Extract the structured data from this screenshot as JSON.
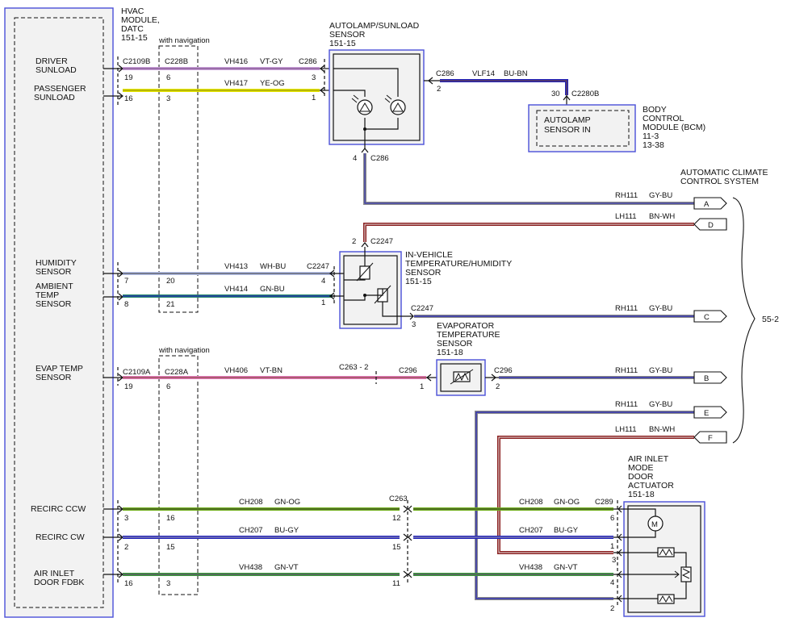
{
  "hvac": {
    "title": [
      "HVAC",
      "MODULE,",
      "DATC",
      "151-15"
    ],
    "inputs": {
      "driver": [
        "DRIVER",
        "SUNLOAD"
      ],
      "passenger": [
        "PASSENGER",
        "SUNLOAD"
      ],
      "humidity": [
        "HUMIDITY",
        "SENSOR"
      ],
      "ambient": [
        "AMBIENT",
        "TEMP",
        "SENSOR"
      ],
      "evap": [
        "EVAP TEMP",
        "SENSOR"
      ],
      "recirc_ccw": "RECIRC CCW",
      "recirc_cw": "RECIRC CW",
      "air_inlet": [
        "AIR INLET",
        "DOOR FDBK"
      ]
    }
  },
  "nav_label": "with navigation",
  "connectors": {
    "c2109b": "C2109B",
    "c228b": "C228B",
    "c286": "C286",
    "c2109a": "C2109A",
    "c228a": "C228A",
    "c2247": "C2247",
    "c263": "C263",
    "c263_2": "C263 - 2",
    "c296": "C296",
    "c289": "C289",
    "c2280b": "C2280B"
  },
  "wires": {
    "vh416": [
      "VH416",
      "VT-GY"
    ],
    "vh417": [
      "VH417",
      "YE-OG"
    ],
    "vlf14": [
      "VLF14",
      "BU-BN"
    ],
    "vh413": [
      "VH413",
      "WH-BU"
    ],
    "vh414": [
      "VH414",
      "GN-BU"
    ],
    "vh406": [
      "VH406",
      "VT-BN"
    ],
    "ch208": [
      "CH208",
      "GN-OG"
    ],
    "ch207": [
      "CH207",
      "BU-GY"
    ],
    "vh438": [
      "VH438",
      "GN-VT"
    ],
    "rh111": [
      "RH111",
      "GY-BU"
    ],
    "lh111": [
      "LH111",
      "BN-WH"
    ]
  },
  "pins": {
    "p19": "19",
    "p6": "6",
    "p3": "3",
    "p16": "16",
    "p1": "1",
    "p2": "2",
    "p30": "30",
    "p4": "4",
    "p7": "7",
    "p20": "20",
    "p8": "8",
    "p21": "21",
    "p12": "12",
    "p15": "15",
    "p11": "11"
  },
  "autolamp": [
    "AUTOLAMP/SUNLOAD",
    "SENSOR",
    "151-15"
  ],
  "bcm": {
    "title": [
      "BODY",
      "CONTROL",
      "MODULE (BCM)",
      "11-3",
      "13-38"
    ],
    "inner": [
      "AUTOLAMP",
      "SENSOR IN"
    ]
  },
  "invehicle": [
    "IN-VEHICLE",
    "TEMPERATURE/HUMIDITY",
    "SENSOR",
    "151-15"
  ],
  "evapsensor": [
    "EVAPORATOR",
    "TEMPERATURE",
    "SENSOR",
    "151-18"
  ],
  "actuator": [
    "AIR INLET",
    "MODE",
    "DOOR",
    "ACTUATOR",
    "151-18"
  ],
  "system": {
    "title": [
      "AUTOMATIC CLIMATE",
      "CONTROL SYSTEM"
    ],
    "ref": "55-2"
  },
  "flags": {
    "a": "A",
    "b": "B",
    "c": "C",
    "d": "D",
    "e": "E",
    "f": "F"
  },
  "colors": {
    "violet_gray": "#c8a0d8",
    "yellow": "#e6e600",
    "blue": "#2222bb",
    "gray": "#8a8a8a",
    "brown": "#8b2020",
    "green": "#6fae1a",
    "pink": "#e07ab8",
    "white_blue": "#b9c4ee"
  }
}
